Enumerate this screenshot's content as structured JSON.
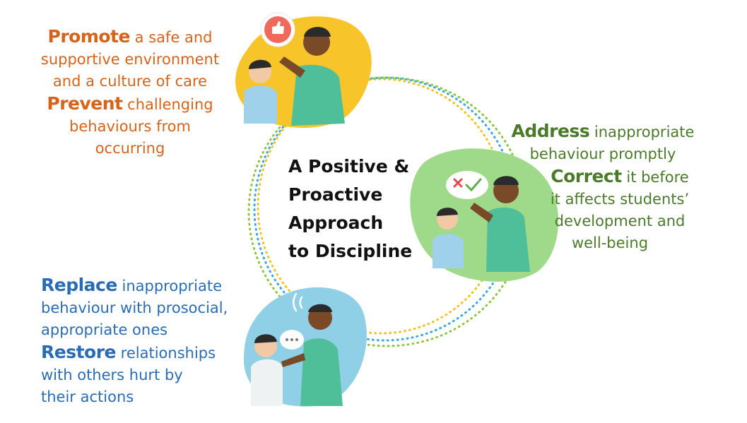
{
  "center_title": [
    "A Positive &",
    "Proactive",
    "Approach",
    "to Discipline"
  ],
  "blocks": {
    "promote": {
      "color": "#d5641a",
      "lines": [
        {
          "kw": "Promote",
          "rest": " a safe and"
        },
        {
          "kw": "",
          "rest": "supportive environment"
        },
        {
          "kw": "",
          "rest": "and a culture of care"
        },
        {
          "kw": "Prevent",
          "rest": " challenging"
        },
        {
          "kw": "",
          "rest": "behaviours from"
        },
        {
          "kw": "",
          "rest": "occurring"
        }
      ]
    },
    "address": {
      "color": "#4c7a2b",
      "lines": [
        {
          "kw": "Address",
          "rest": " inappropriate"
        },
        {
          "kw": "",
          "rest": "behaviour promptly"
        },
        {
          "kw": "Correct",
          "rest": " it before"
        },
        {
          "kw": "",
          "rest": "it affects students’"
        },
        {
          "kw": "",
          "rest": "development and"
        },
        {
          "kw": "",
          "rest": "well-being"
        }
      ]
    },
    "replace": {
      "color": "#2a6cb4",
      "lines": [
        {
          "kw": "Replace",
          "rest": " inappropriate"
        },
        {
          "kw": "",
          "rest": "behaviour with prosocial,"
        },
        {
          "kw": "",
          "rest": "appropriate ones"
        },
        {
          "kw": "Restore",
          "rest": " relationships"
        },
        {
          "kw": "",
          "rest": "with others hurt by"
        },
        {
          "kw": "",
          "rest": "their actions"
        }
      ]
    }
  },
  "colors": {
    "yellow": "#f7c52a",
    "green_blob": "#9fd98a",
    "blue_blob": "#8fd0e6",
    "teal_shirt": "#4fbf9a",
    "skin_dark": "#7a4a28",
    "skin_light": "#f2c9a5",
    "hair": "#2b2b2b"
  },
  "icons": [
    "thumbs-up-icon",
    "cross-check-icon",
    "speech-dots-icon"
  ]
}
